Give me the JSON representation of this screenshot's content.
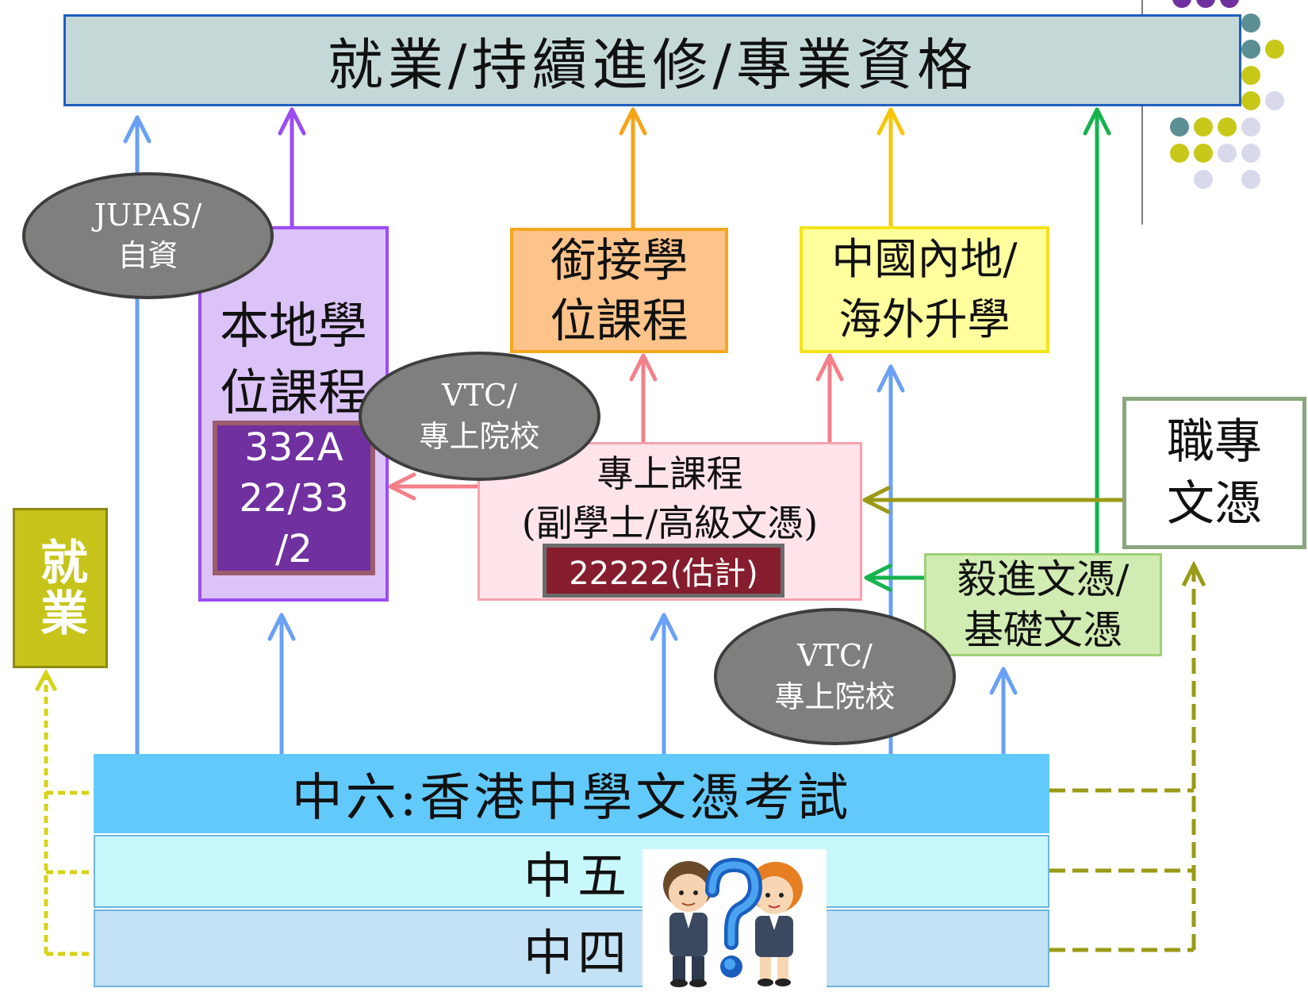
{
  "top_goal": "就業/持續進修/專業資格",
  "employment_box": "就業",
  "local_degree": {
    "line1": "本地學",
    "line2": "位課程",
    "stats": {
      "line1": "332A",
      "line2": "22/33",
      "line3": "/2"
    }
  },
  "top_up_degree": {
    "line1": "銜接學",
    "line2": "位課程"
  },
  "mainland_overseas": {
    "line1": "中國內地/",
    "line2": "海外升學"
  },
  "sub_degree": {
    "line1": "專上課程",
    "line2": "(副學士/高級文憑)",
    "stats": "22222(估計)"
  },
  "vocational_diploma": {
    "line1": "職專",
    "line2": "文憑"
  },
  "yi_jin": {
    "line1": "毅進文憑/",
    "line2": "基礎文憑"
  },
  "ovals": {
    "jupas": {
      "line1": "JUPAS/",
      "line2": "自資"
    },
    "vtc_upper": {
      "line1": "VTC/",
      "line2": "專上院校"
    },
    "vtc_lower": {
      "line1": "VTC/",
      "line2": "專上院校"
    }
  },
  "dse_bar": "中六:香港中學文憑考試",
  "form5": "中五",
  "form4": "中四",
  "colors": {
    "title_bg": "#c5d8d8",
    "title_border": "#1f5fbf",
    "employment": "#c6c41a",
    "local_degree": "#dcc3f7",
    "purple_stats": "#7030a0",
    "top_up": "#fcc38a",
    "mainland": "#ffff9e",
    "sub_degree": "#ffe4ea",
    "sub_stats": "#861d2e",
    "yi_jin": "#d1ecb3",
    "dse": "#62c9fb",
    "form5": "#c8f8fb",
    "form4": "#c4e2f5",
    "arrow_blue": "#6aa0f6",
    "arrow_purple": "#9c4df2",
    "arrow_orange": "#f7a21b",
    "arrow_yellow": "#f7c60c",
    "arrow_green": "#16b34d",
    "arrow_pink": "#f3808a",
    "arrow_olive": "#9a9a16"
  }
}
